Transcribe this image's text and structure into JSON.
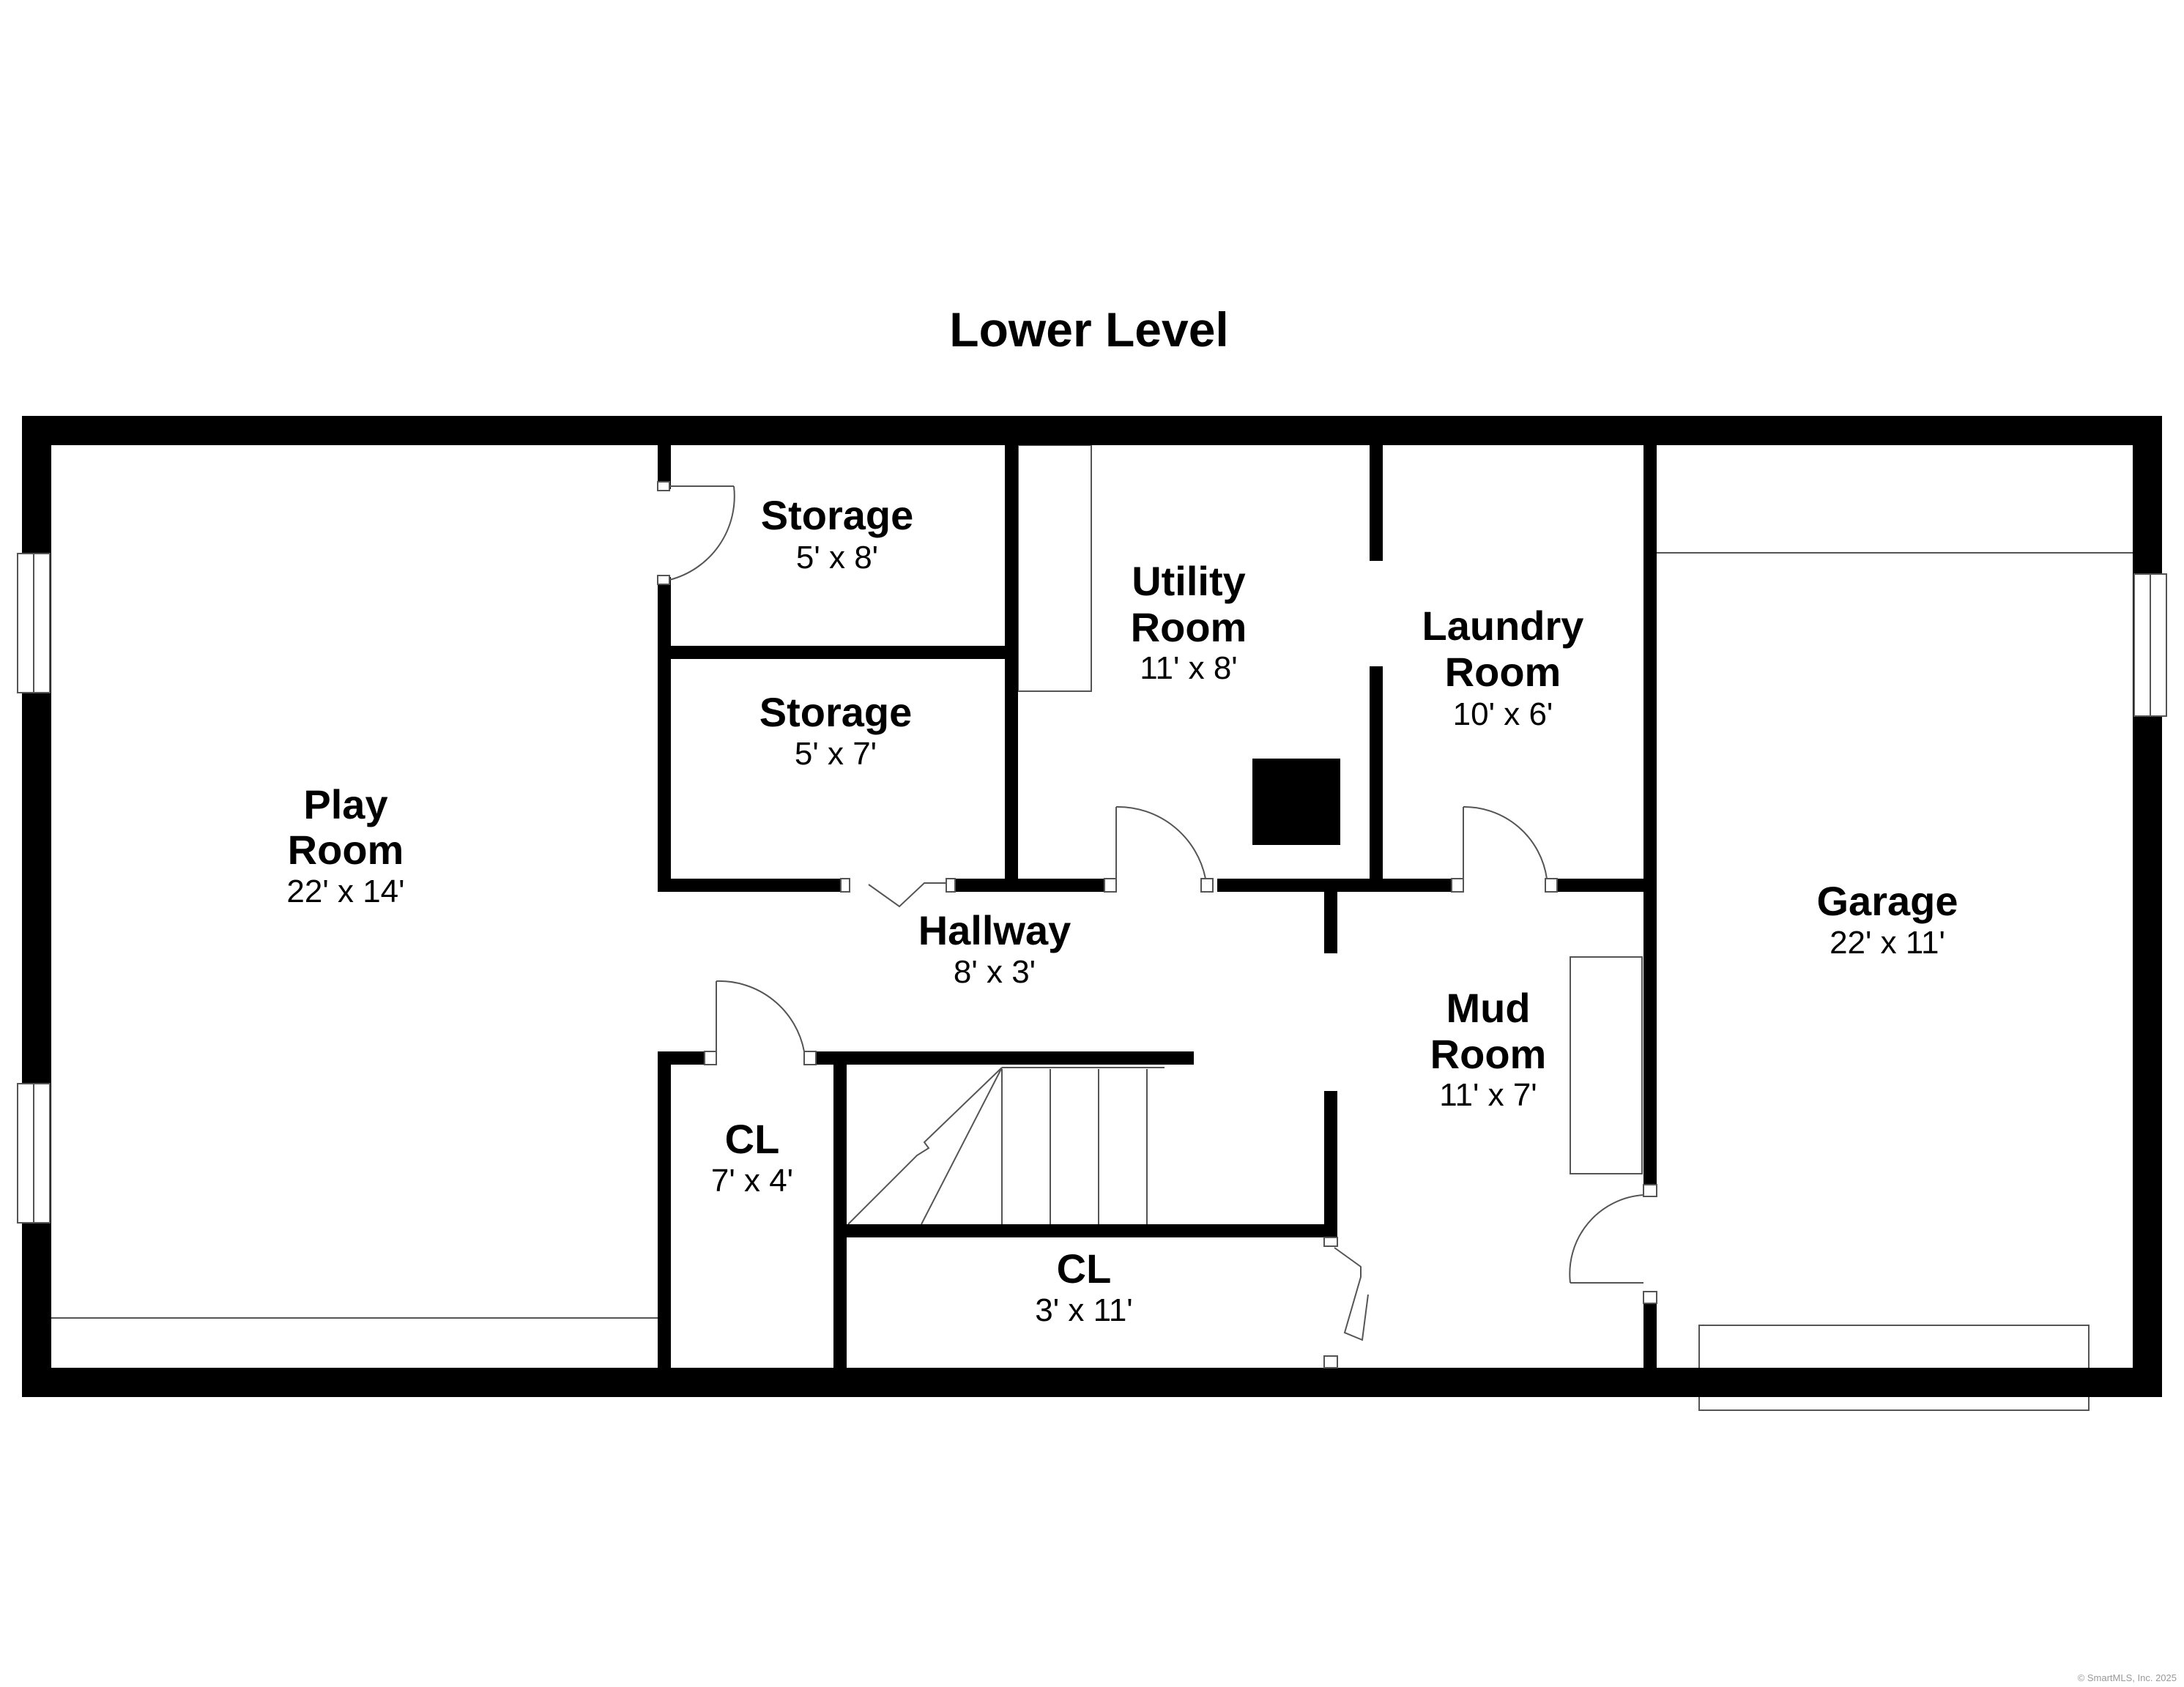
{
  "title": "Lower Level",
  "rooms": {
    "play_room": {
      "name_line1": "Play",
      "name_line2": "Room",
      "dims": "22' x 14'"
    },
    "storage_upper": {
      "name": "Storage",
      "dims": "5' x 8'"
    },
    "storage_lower": {
      "name": "Storage",
      "dims": "5' x 7'"
    },
    "utility_room": {
      "name_line1": "Utility",
      "name_line2": "Room",
      "dims": "11' x 8'"
    },
    "laundry_room": {
      "name_line1": "Laundry",
      "name_line2": "Room",
      "dims": "10' x 6'"
    },
    "garage": {
      "name": "Garage",
      "dims": "22' x 11'"
    },
    "hallway": {
      "name": "Hallway",
      "dims": "8' x 3'"
    },
    "mud_room": {
      "name_line1": "Mud",
      "name_line2": "Room",
      "dims": "11' x 7'"
    },
    "closet_left": {
      "name": "CL",
      "dims": "7' x 4'"
    },
    "closet_bottom": {
      "name": "CL",
      "dims": "3' x 11'"
    }
  },
  "copyright": "© SmartMLS, Inc. 2025",
  "colors": {
    "wall": "#000000",
    "background": "#ffffff",
    "fixture_outline": "#555555"
  }
}
